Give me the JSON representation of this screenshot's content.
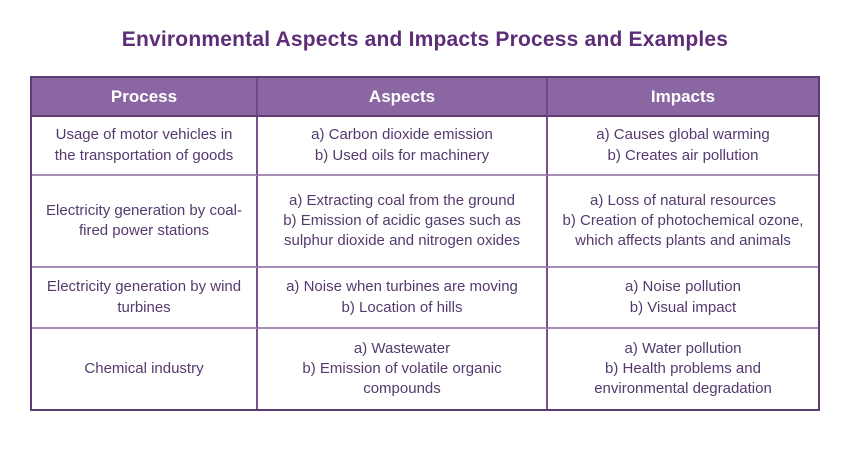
{
  "title": "Environmental Aspects and Impacts Process and Examples",
  "table": {
    "columns": [
      "Process",
      "Aspects",
      "Impacts"
    ],
    "rows": [
      {
        "process": "Usage of motor vehicles in the transportation of goods",
        "aspects": [
          "a) Carbon dioxide emission",
          "b) Used oils for machinery"
        ],
        "impacts": [
          "a) Causes global warming",
          "b) Creates air pollution"
        ]
      },
      {
        "process": "Electricity generation by coal-fired power stations",
        "aspects": [
          "a) Extracting coal from the ground",
          "b) Emission of acidic gases such as sulphur dioxide and nitrogen oxides"
        ],
        "impacts": [
          "a) Loss of natural resources",
          "b) Creation of photochemical ozone, which affects plants and animals"
        ]
      },
      {
        "process": "Electricity generation by wind turbines",
        "aspects": [
          "a) Noise when turbines are moving",
          "b) Location of hills"
        ],
        "impacts": [
          "a) Noise pollution",
          "b) Visual impact"
        ]
      },
      {
        "process": "Chemical industry",
        "aspects": [
          "a) Wastewater",
          "b) Emission of volatile organic compounds"
        ],
        "impacts": [
          "a) Water pollution",
          "b) Health problems and environmental degradation"
        ]
      }
    ]
  },
  "colors": {
    "title_text": "#5e2d78",
    "header_bg": "#8a67a3",
    "header_text": "#ffffff",
    "body_text": "#543a6e",
    "outer_border": "#5f3b74",
    "inner_vertical_border": "#75538c",
    "inner_horizontal_border": "#a78eb6"
  }
}
